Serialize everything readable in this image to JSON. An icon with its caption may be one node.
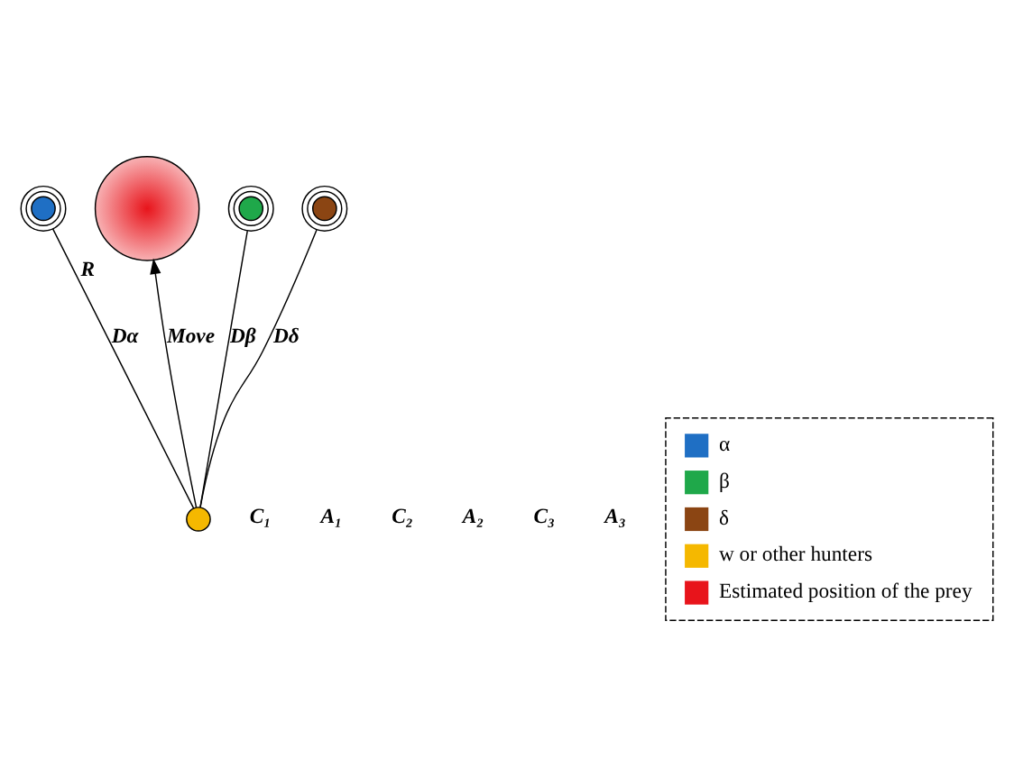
{
  "diagram": {
    "nodes": [
      {
        "text": [],
        "shape": "circle"
      },
      {
        "text": [],
        "shape": "circle",
        "beside": [
          "R"
        ]
      },
      {
        "text": [],
        "shape": "circle"
      },
      {
        "text": [],
        "shape": "circle"
      },
      {
        "text": [],
        "shape": "circle"
      }
    ],
    "edges": [
      {
        "from": 4,
        "to": 0,
        "arrow": "none",
        "label": "Dα"
      },
      {
        "from": 4,
        "to": 1,
        "arrow": "to",
        "label": "Move"
      },
      {
        "from": 4,
        "to": 2,
        "arrow": "none",
        "label": "Dβ"
      },
      {
        "from": 4,
        "to": 3,
        "arrow": "none",
        "label": "Dδ"
      }
    ],
    "labels": [
      "C₁",
      "A₁",
      "C₂",
      "A₂",
      "C₃",
      "A₃"
    ],
    "legend": [
      {
        "text": "α",
        "color": "#1f6fc4"
      },
      {
        "text": "β",
        "color": "#1fa84a"
      },
      {
        "text": "δ",
        "color": "#8b4513"
      },
      {
        "text": "w or other hunters",
        "color": "#f5b800"
      },
      {
        "text": "Estimated position of the prey",
        "color": "#e8141b"
      }
    ]
  }
}
